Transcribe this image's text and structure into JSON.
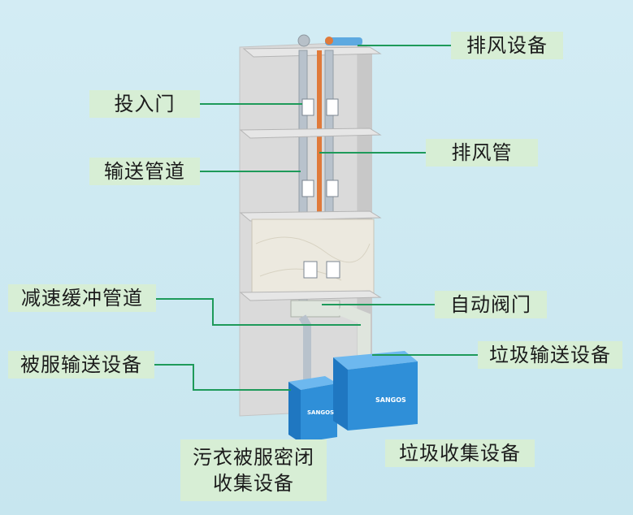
{
  "colors": {
    "background": "#cde9f2",
    "label_bg": "#d7eed5",
    "leader_line": "#1e9a5a",
    "wall": "#dcdcdc",
    "pipe": "#b8c2cc",
    "exhaust_pipe": "#e07a3a",
    "chamber": "#ece9df",
    "bin": "#2f8fd8"
  },
  "labels": {
    "exhaust_equipment": "排风设备",
    "input_door": "投入门",
    "conveying_pipe": "输送管道",
    "exhaust_pipe": "排风管",
    "buffer_pipe": "减速缓冲管道",
    "automatic_valve": "自动阀门",
    "linen_conveying": "被服输送设备",
    "garbage_conveying": "垃圾输送设备",
    "linen_collection_line1": "污衣被服密闭",
    "linen_collection_line2": "收集设备",
    "garbage_collection": "垃圾收集设备"
  },
  "brand": "SANGOS"
}
